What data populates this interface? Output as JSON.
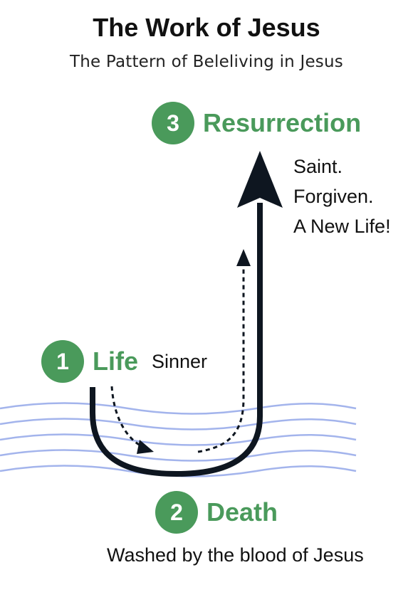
{
  "title": "The Work of Jesus",
  "subtitle": "The Pattern of Beleliving in Jesus",
  "steps": [
    {
      "number": "1",
      "label": "Life",
      "note": "Sinner"
    },
    {
      "number": "2",
      "label": "Death",
      "note": "Washed by the blood of Jesus"
    },
    {
      "number": "3",
      "label": "Resurrection",
      "notes": [
        "Saint.",
        "Forgiven.",
        "A New Life!"
      ]
    }
  ],
  "colors": {
    "accent_green": "#4a9a5b",
    "water_blue": "#a3b4ec",
    "arrow_dark": "#0e1620"
  }
}
